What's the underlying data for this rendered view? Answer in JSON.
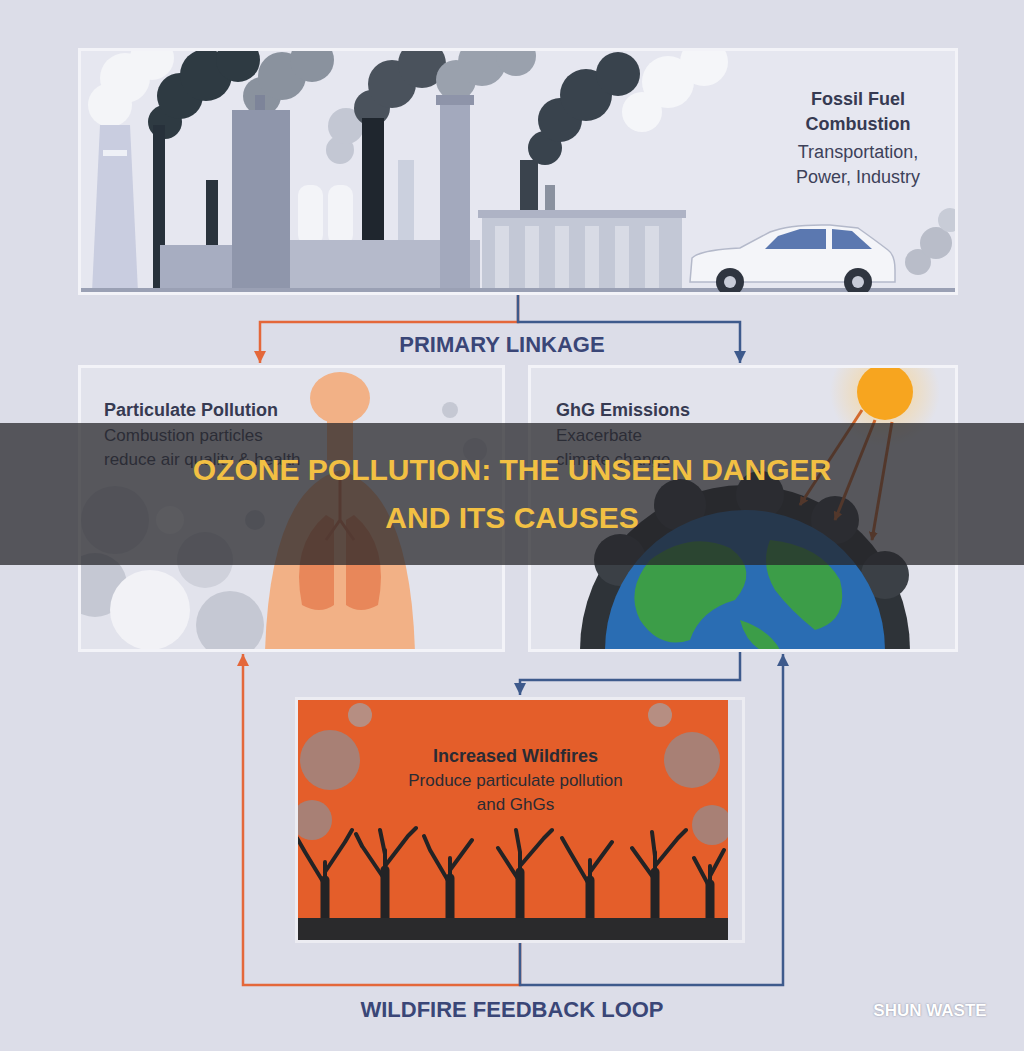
{
  "diagram": {
    "title": "OZONE POLLUTION: THE UNSEEN DANGER AND ITS CAUSES",
    "nodes": [
      {
        "text": [
          "Fossil Fuel Combustion",
          "Transportation, Power, Industry"
        ]
      },
      {
        "text": [
          "Particulate Pollution",
          "Combustion particles reduce air quality & health"
        ]
      },
      {
        "text": [
          "GhG Emissions",
          "Exacerbate climate change"
        ]
      },
      {
        "text": [
          "Increased Wildfires",
          "Produce particulate pollution and GhGs"
        ]
      }
    ],
    "edges": [
      {
        "from": 0,
        "to": 1,
        "arrow": "to"
      },
      {
        "from": 0,
        "to": 2,
        "arrow": "to"
      },
      {
        "from": 2,
        "to": 3,
        "arrow": "to"
      },
      {
        "from": 3,
        "to": 1,
        "arrow": "to"
      },
      {
        "from": 3,
        "to": 2,
        "arrow": "to"
      }
    ],
    "labels": [
      "PRIMARY LINKAGE",
      "WILDFIRE FEEDBACK LOOP",
      "SHUN WASTE"
    ]
  }
}
